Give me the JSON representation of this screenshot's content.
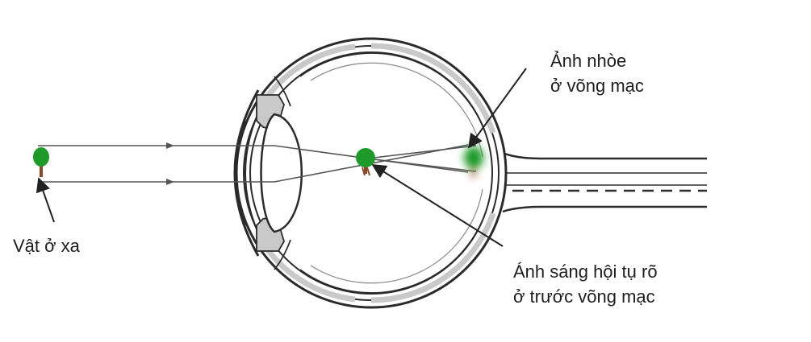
{
  "labels": {
    "object": "Vật ở xa",
    "blurred_image_line1": "Ảnh nhòe",
    "blurred_image_line2": "ở võng mạc",
    "focus_line1": "Ánh sáng hội tụ rõ",
    "focus_line2": "ở trước võng mạc"
  },
  "colors": {
    "background": "#ffffff",
    "outline": "#2b2b2b",
    "eye_shading": "#c9c9c9",
    "tree_foliage": "#1f9a2a",
    "tree_trunk": "#8a4a2a",
    "ray": "#555555"
  },
  "icons": {
    "object": "tree-icon",
    "focus_point": "tree-icon",
    "blurred_image": "blurred-tree-icon"
  }
}
